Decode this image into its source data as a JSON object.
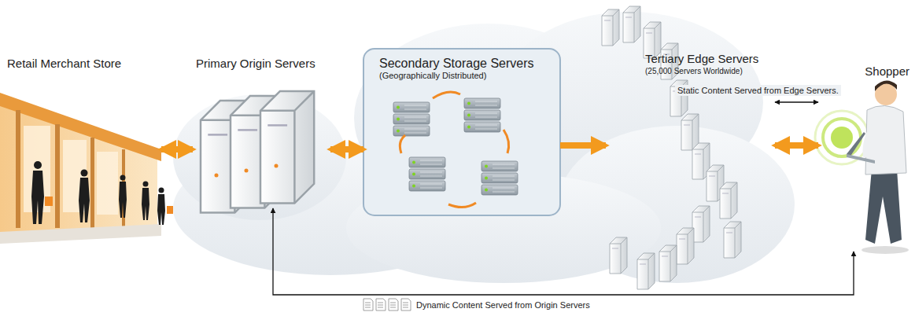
{
  "diagram": {
    "nodes": [
      {
        "text": [
          "Retail Merchant Store"
        ]
      },
      {
        "text": [
          "Primary Origin Servers"
        ]
      },
      {
        "text": [
          "Secondary Storage Servers",
          "(Geographically Distributed)"
        ]
      },
      {
        "text": [
          "Tertiary Edge Servers",
          "(25,000 Servers Worldwide)"
        ]
      },
      {
        "text": [
          "Shopper"
        ]
      }
    ],
    "edges": [
      {
        "from": 0,
        "to": 1,
        "arrow": "both"
      },
      {
        "from": 1,
        "to": 2,
        "arrow": "both"
      },
      {
        "from": 2,
        "to": 3,
        "arrow": "to"
      },
      {
        "from": 3,
        "to": 4,
        "arrow": "both"
      },
      {
        "from": 3,
        "to": 4,
        "label": "Static Content Served from Edge Servers.",
        "arrow": "both"
      },
      {
        "from": 4,
        "to": 1,
        "label": "Dynamic Content Served from Origin Servers",
        "arrow": "both"
      }
    ]
  }
}
